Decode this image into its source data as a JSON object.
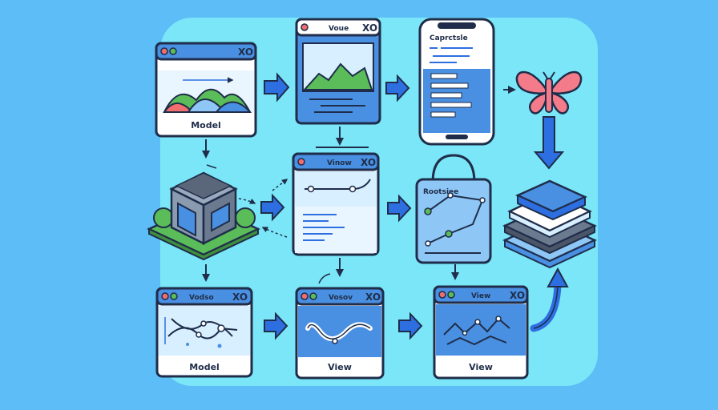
{
  "panels": {
    "model_top": {
      "label": "Model"
    },
    "voue": {
      "title": "Voue"
    },
    "phone": {
      "title": "Caprctsle"
    },
    "vinow": {
      "title": "Vinow"
    },
    "bag": {
      "title": "Rootsiee"
    },
    "vodso": {
      "title": "Vodso",
      "label": "Model"
    },
    "vosov": {
      "title": "Vosov",
      "label": "View"
    },
    "view3": {
      "title": "View",
      "label": "View"
    }
  },
  "close_glyph": "XO",
  "colors": {
    "background": "#5cbdf7",
    "backdrop": "#7ae6f7",
    "window_blue": "#4a90e2",
    "outline": "#1f2d4a",
    "arrow_blue": "#2d6fe0",
    "butterfly": "#f47b8a",
    "green": "#5bbd5a"
  }
}
